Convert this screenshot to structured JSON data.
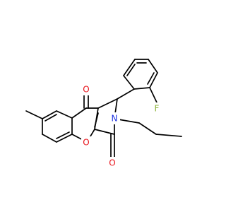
{
  "molecule": {
    "atom_labels": {
      "fluorine": "F",
      "ketone_oxygen_top": "O",
      "ring_oxygen": "O",
      "amide_oxygen": "O",
      "nitrogen": "N"
    },
    "colors": {
      "fluorine": "#8db33a",
      "oxygen": "#e8131b",
      "nitrogen": "#1a2fe0",
      "bond": "#000000"
    }
  }
}
